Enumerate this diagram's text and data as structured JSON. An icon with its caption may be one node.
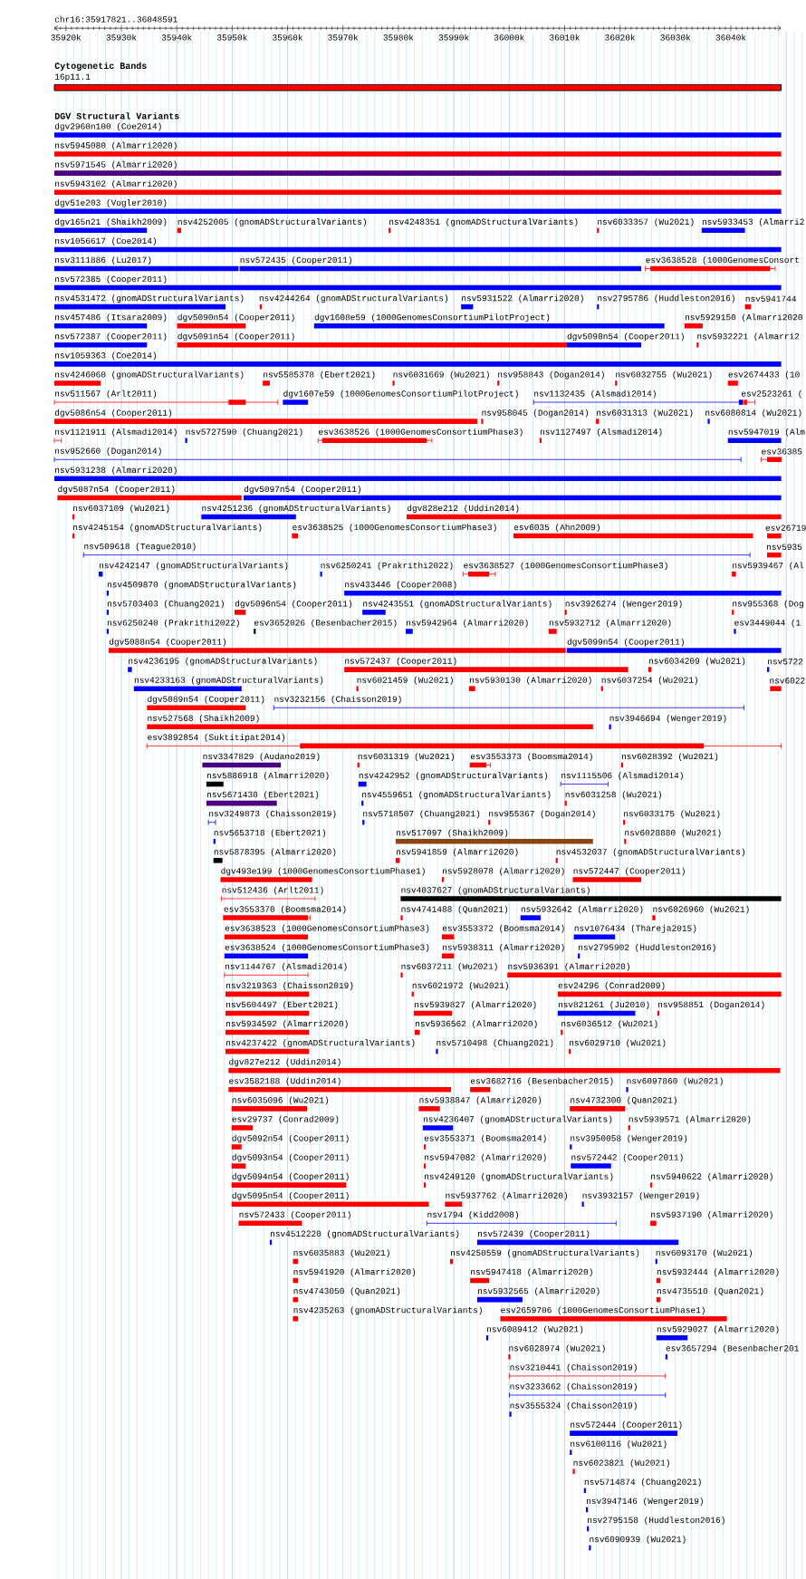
{
  "diagram": {
    "title": "chr16:35917821..36048591",
    "labels": [
      "35920k",
      "35930k",
      "35940k",
      "35950k",
      "35960k",
      "35970k",
      "35980k",
      "35990k",
      "36000k",
      "36010k",
      "36020k",
      "36030k",
      "36040k",
      "Cytogenetic Bands",
      "16p11.1",
      "DGV Structural Variants",
      "dgv2960n100 (Coe2014)",
      "nsv5945080 (Almarri2020)",
      "nsv5971545 (Almarri2020)",
      "nsv5943102 (Almarri2020)",
      "dgv51e203 (Vogler2010)",
      "dgv165n21 (Shaikh2009)",
      "nsv4252005 (gnomADStructuralVariants)",
      "nsv4248351 (gnomADStructuralVariants)",
      "nsv6033357 (Wu2021)",
      "nsv5933453 (Almarri2",
      "nsv1056617 (Coe2014)",
      "nsv3111886 (Lu2017)",
      "nsv572435 (Cooper2011)",
      "esv3638528 (1000GenomesConsort",
      "nsv572385 (Cooper2011)",
      "nsv4531472 (gnomADStructuralVariants)",
      "nsv4244264 (gnomADStructuralVariants)",
      "nsv5931522 (Almarri2020)",
      "nsv2795786 (Huddleston2016)",
      "nsv5941744",
      "nsv457486 (Itsara2009)",
      "dgv5090n54 (Cooper2011)",
      "dgv1608e59 (1000GenomesConsortiumPilotProject)",
      "nsv5929150 (Almarri2020",
      "nsv572387 (Cooper2011)",
      "dgv5091n54 (Cooper2011)",
      "dgv5098n54 (Cooper2011)",
      "nsv5932221 (Almarri2",
      "nsv1059363 (Coe2014)",
      "nsv4246060 (gnomADStructuralVariants)",
      "nsv5585378 (Ebert2021)",
      "nsv6031669 (Wu2021)",
      "nsv958843 (Dogan2014)",
      "nsv6032755 (Wu2021)",
      "esv2674433 (10",
      "nsv511567 (Arlt2011)",
      "dgv1607e59 (1000GenomesConsortiumPilotProject)",
      "nsv1132435 (Alsmadi2014)",
      "esv2523261 (",
      "dgv5086n54 (Cooper2011)",
      "nsv958045 (Dogan2014)",
      "nsv6031313 (Wu2021)",
      "nsv6080814 (Wu2021)",
      "nsv1121911 (Alsmadi2014)",
      "nsv5727590 (Chuang2021)",
      "esv3638526 (1000GenomesConsortiumPhase3)",
      "nsv1127497 (Alsmadi2014)",
      "nsv5947019 (Alm",
      "nsv952660 (Dogan2014)",
      "esv36385",
      "nsv5931238 (Almarri2020)",
      "dgv5087n54 (Cooper2011)",
      "dgv5097n54 (Cooper2011)",
      "nsv6037109 (Wu2021)",
      "nsv4251236 (gnomADStructuralVariants)",
      "dgv828e212 (Uddin2014)",
      "nsv4245154 (gnomADStructuralVariants)",
      "esv3638525 (1000GenomesConsortiumPhase3)",
      "esv6035 (Ahn2009)",
      "esv26719",
      "nsv509618 (Teague2010)",
      "nsv5935",
      "nsv4242147 (gnomADStructuralVariants)",
      "nsv6250241 (Prakrithi2022)",
      "esv3638527 (1000GenomesConsortiumPhase3)",
      "nsv5939467 (Al",
      "nsv4509870 (gnomADStructuralVariants)",
      "nsv433446 (Cooper2008)",
      "nsv5703403 (Chuang2021)",
      "dgv5096n54 (Cooper2011)",
      "nsv4243551 (gnomADStructuralVariants)",
      "nsv3926274 (Wenger2019)",
      "nsv955368 (Dog",
      "nsv6250240 (Prakrithi2022)",
      "esv3652026 (Besenbacher2015)",
      "nsv5942964 (Almarri2020)",
      "nsv5932712 (Almarri2020)",
      "esv3449044 (1",
      "dgv5088n54 (Cooper2011)",
      "dgv5099n54 (Cooper2011)",
      "nsv4236195 (gnomADStructuralVariants)",
      "nsv572437 (Cooper2011)",
      "nsv6034209 (Wu2021)",
      "nsv5722",
      "nsv4233163 (gnomADStructuralVariants)",
      "nsv6021459 (Wu2021)",
      "nsv5930130 (Almarri2020)",
      "nsv6037254 (Wu2021)",
      "nsv6022",
      "dgv5089n54 (Cooper2011)",
      "nsv3232156 (Chaisson2019)",
      "nsv527568 (Shaikh2009)",
      "nsv3946694 (Wenger2019)",
      "esv3892854 (Suktitipat2014)",
      "nsv3347829 (Audano2019)",
      "nsv6031319 (Wu2021)",
      "esv3553373 (Boomsma2014)",
      "nsv6028392 (Wu2021)",
      "nsv5886918 (Almarri2020)",
      "nsv4242952 (gnomADStructuralVariants)",
      "nsv1115506 (Alsmadi2014)",
      "nsv5671430 (Ebert2021)",
      "nsv4559651 (gnomADStructuralVariants)",
      "nsv6031258 (Wu2021)",
      "nsv3249873 (Chaisson2019)",
      "nsv5718507 (Chuang2021)",
      "nsv955367 (Dogan2014)",
      "nsv6033175 (Wu2021)",
      "nsv5653718 (Ebert2021)",
      "nsv517097 (Shaikh2009)",
      "nsv6028880 (Wu2021)",
      "nsv5878395 (Almarri2020)",
      "nsv5941859 (Almarri2020)",
      "nsv4532037 (gnomADStructuralVariants)",
      "dgv493e199 (1000GenomesConsortiumPhase1)",
      "nsv5928078 (Almarri2020)",
      "nsv572447 (Cooper2011)",
      "nsv512436 (Arlt2011)",
      "nsv4037627 (gnomADStructuralVariants)",
      "esv3553370 (Boomsma2014)",
      "nsv4741488 (Quan2021)",
      "nsv5932642 (Almarri2020)",
      "nsv6026960 (Wu2021)",
      "esv3638523 (1000GenomesConsortiumPhase3)",
      "esv3553372 (Boomsma2014)",
      "nsv1076434 (Thareja2015)",
      "esv3638524 (1000GenomesConsortiumPhase3)",
      "nsv5938311 (Almarri2020)",
      "nsv2795902 (Huddleston2016)",
      "nsv1144767 (Alsmadi2014)",
      "nsv6037211 (Wu2021)",
      "nsv5936391 (Almarri2020)",
      "nsv3219363 (Chaisson2019)",
      "nsv6021972 (Wu2021)",
      "esv24296 (Conrad2009)",
      "nsv5604497 (Ebert2021)",
      "nsv5939827 (Almarri2020)",
      "nsv821261 (Ju2010)",
      "nsv958851 (Dogan2014)",
      "nsv5934592 (Almarri2020)",
      "nsv5936562 (Almarri2020)",
      "nsv6036512 (Wu2021)",
      "nsv4237422 (gnomADStructuralVariants)",
      "nsv5710498 (Chuang2021)",
      "nsv6029710 (Wu2021)",
      "dgv827e212 (Uddin2014)",
      "esv3582188 (Uddin2014)",
      "esv3682716 (Besenbacher2015)",
      "nsv6097860 (Wu2021)",
      "nsv6035096 (Wu2021)",
      "nsv5938847 (Almarri2020)",
      "nsv4732300 (Quan2021)",
      "esv29737 (Conrad2009)",
      "nsv4236407 (gnomADStructuralVariants)",
      "nsv5939571 (Almarri2020)",
      "dgv5092n54 (Cooper2011)",
      "esv3553371 (Boomsma2014)",
      "nsv3950058 (Wenger2019)",
      "dgv5093n54 (Cooper2011)",
      "nsv5947082 (Almarri2020)",
      "nsv572442 (Cooper2011)",
      "dgv5094n54 (Cooper2011)",
      "nsv4249120 (gnomADStructuralVariants)",
      "nsv5940622 (Almarri2020)",
      "dgv5095n54 (Cooper2011)",
      "nsv5937762 (Almarri2020)",
      "nsv3932157 (Wenger2019)",
      "nsv572433 (Cooper2011)",
      "nsv1794 (Kidd2008)",
      "nsv5937190 (Almarri2020)",
      "nsv4512220 (gnomADStructuralVariants)",
      "nsv572439 (Cooper2011)",
      "nsv6035883 (Wu2021)",
      "nsv4250559 (gnomADStructuralVariants)",
      "nsv6093170 (Wu2021)",
      "nsv5941920 (Almarri2020)",
      "nsv5947418 (Almarri2020)",
      "nsv5932444 (Almarri2020)",
      "nsv4743050 (Quan2021)",
      "nsv5932565 (Almarri2020)",
      "nsv4735510 (Quan2021)",
      "nsv4235263 (gnomADStructuralVariants)",
      "esv2659706 (1000GenomesConsortiumPhase1)",
      "nsv6089412 (Wu2021)",
      "nsv5929027 (Almarri2020)",
      "nsv6028974 (Wu2021)",
      "esv3657294 (Besenbacher201",
      "nsv3210441 (Chaisson2019)",
      "nsv3233662 (Chaisson2019)",
      "nsv3555324 (Chaisson2019)",
      "nsv572444 (Cooper2011)",
      "nsv6100116 (Wu2021)",
      "nsv6023821 (Wu2021)",
      "nsv5714874 (Chuang2021)",
      "nsv3947146 (Wenger2019)",
      "nsv2795158 (Huddleston2016)",
      "nsv6090939 (Wu2021)"
    ]
  }
}
